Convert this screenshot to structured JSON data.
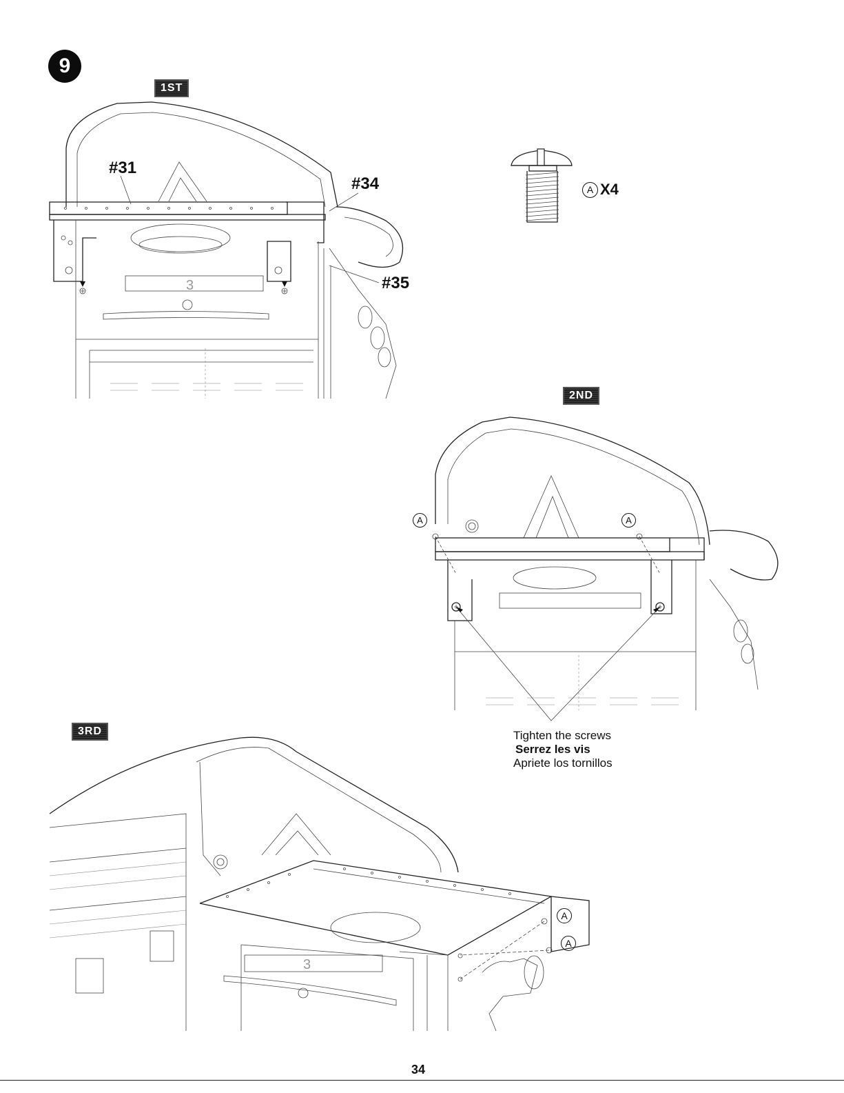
{
  "step": {
    "number": "9"
  },
  "stages": {
    "first": "1ST",
    "second": "2ND",
    "third": "3RD"
  },
  "callouts": {
    "part31": "#31",
    "part34": "#34",
    "part35": "#35"
  },
  "hardware": {
    "letter": "A",
    "quantity": "X4"
  },
  "instruction": {
    "en": "Tighten the screws",
    "fr": "Serrez les vis",
    "es": "Apriete los tornillos"
  },
  "page_number": "34"
}
